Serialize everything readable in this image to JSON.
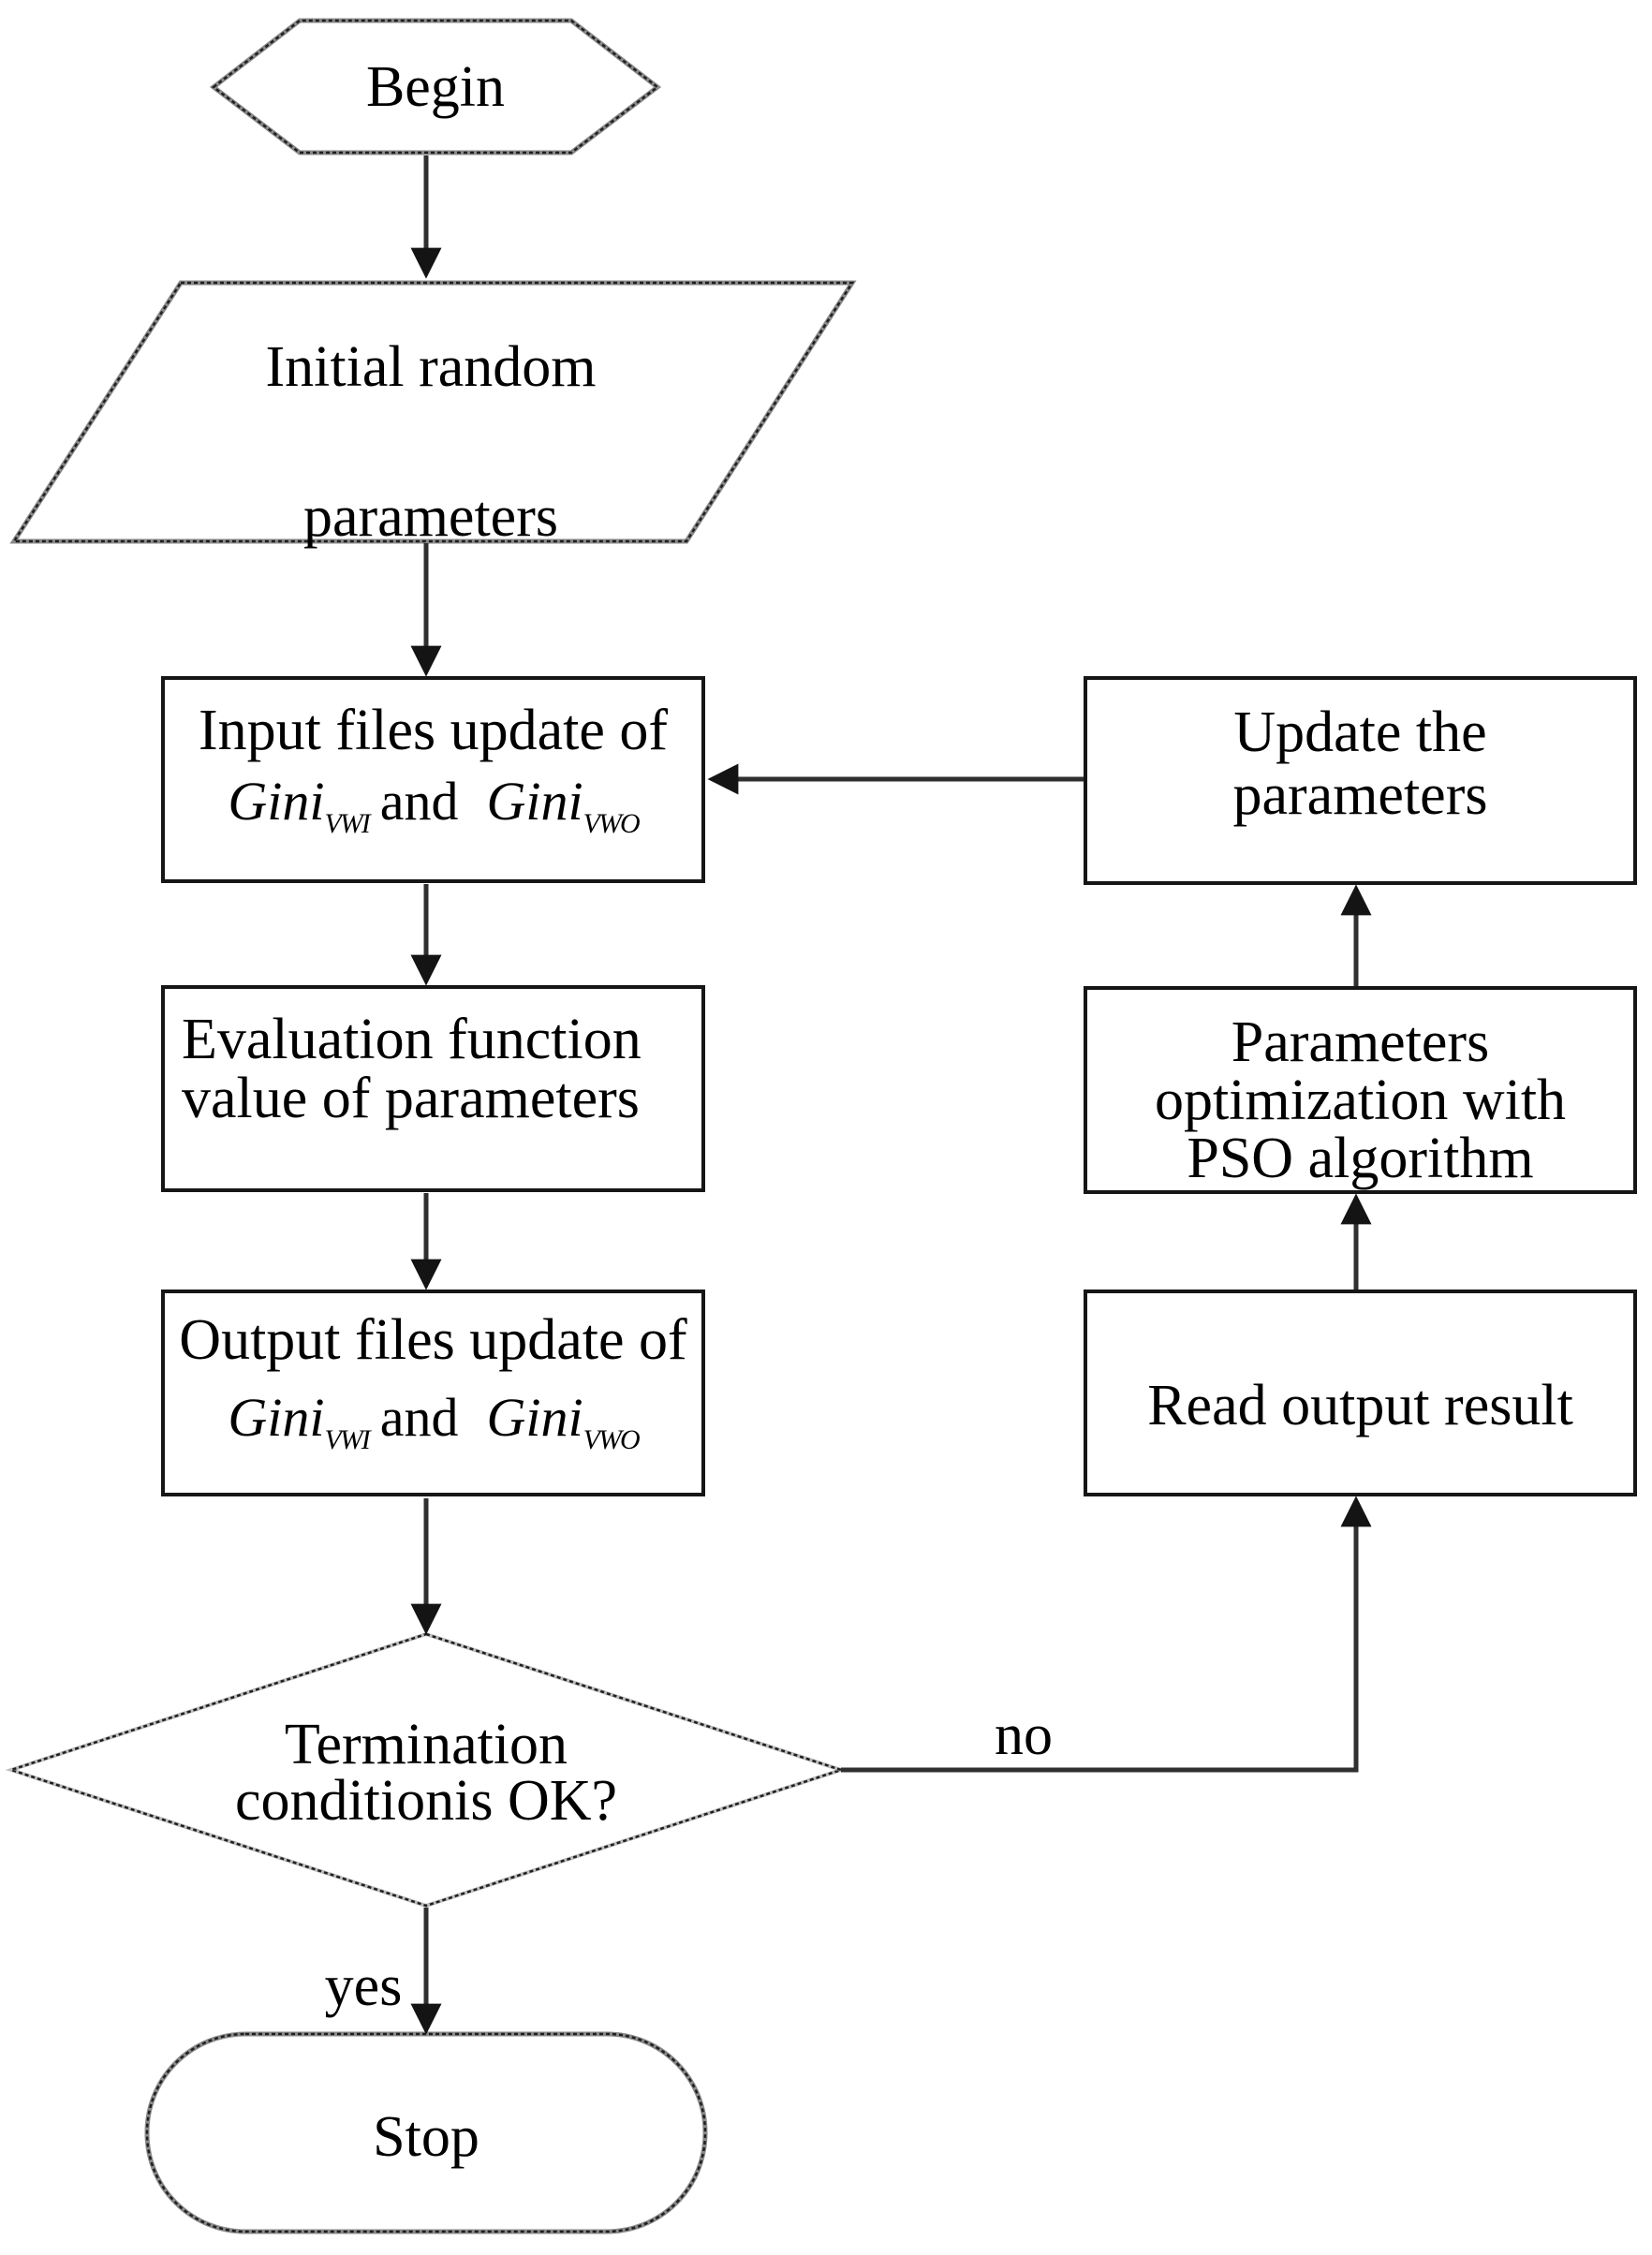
{
  "figure": {
    "type": "flowchart",
    "background": "#ffffff",
    "stroke_dark": "#1f1f1f",
    "stroke_gray": "#8a8a8a",
    "text_color": "#000000"
  },
  "nodes": {
    "begin": {
      "label": "Begin"
    },
    "initial": {
      "line1": "Initial random",
      "line2": "parameters"
    },
    "input_files": {
      "line1": "Input files update of",
      "gini_a": "Gini",
      "sub_a": "VWI",
      "conj": "and",
      "gini_b": "Gini",
      "sub_b": "VWO"
    },
    "evaluation": {
      "line1": "Evaluation function",
      "line2": "value of parameters"
    },
    "output_files": {
      "line1": "Output files update of",
      "gini_a": "Gini",
      "sub_a": "VWI",
      "conj": "and",
      "gini_b": "Gini",
      "sub_b": "VWO"
    },
    "termination": {
      "line1": "Termination",
      "line2": "conditionis OK?"
    },
    "stop": {
      "label": "Stop"
    },
    "update_params": {
      "line1": "Update the",
      "line2": "parameters"
    },
    "pso": {
      "line1": "Parameters",
      "line2": "optimization with",
      "line3": "PSO algorithm"
    },
    "read_output": {
      "label": "Read output result"
    }
  },
  "edge_labels": {
    "yes": "yes",
    "no": "no"
  }
}
